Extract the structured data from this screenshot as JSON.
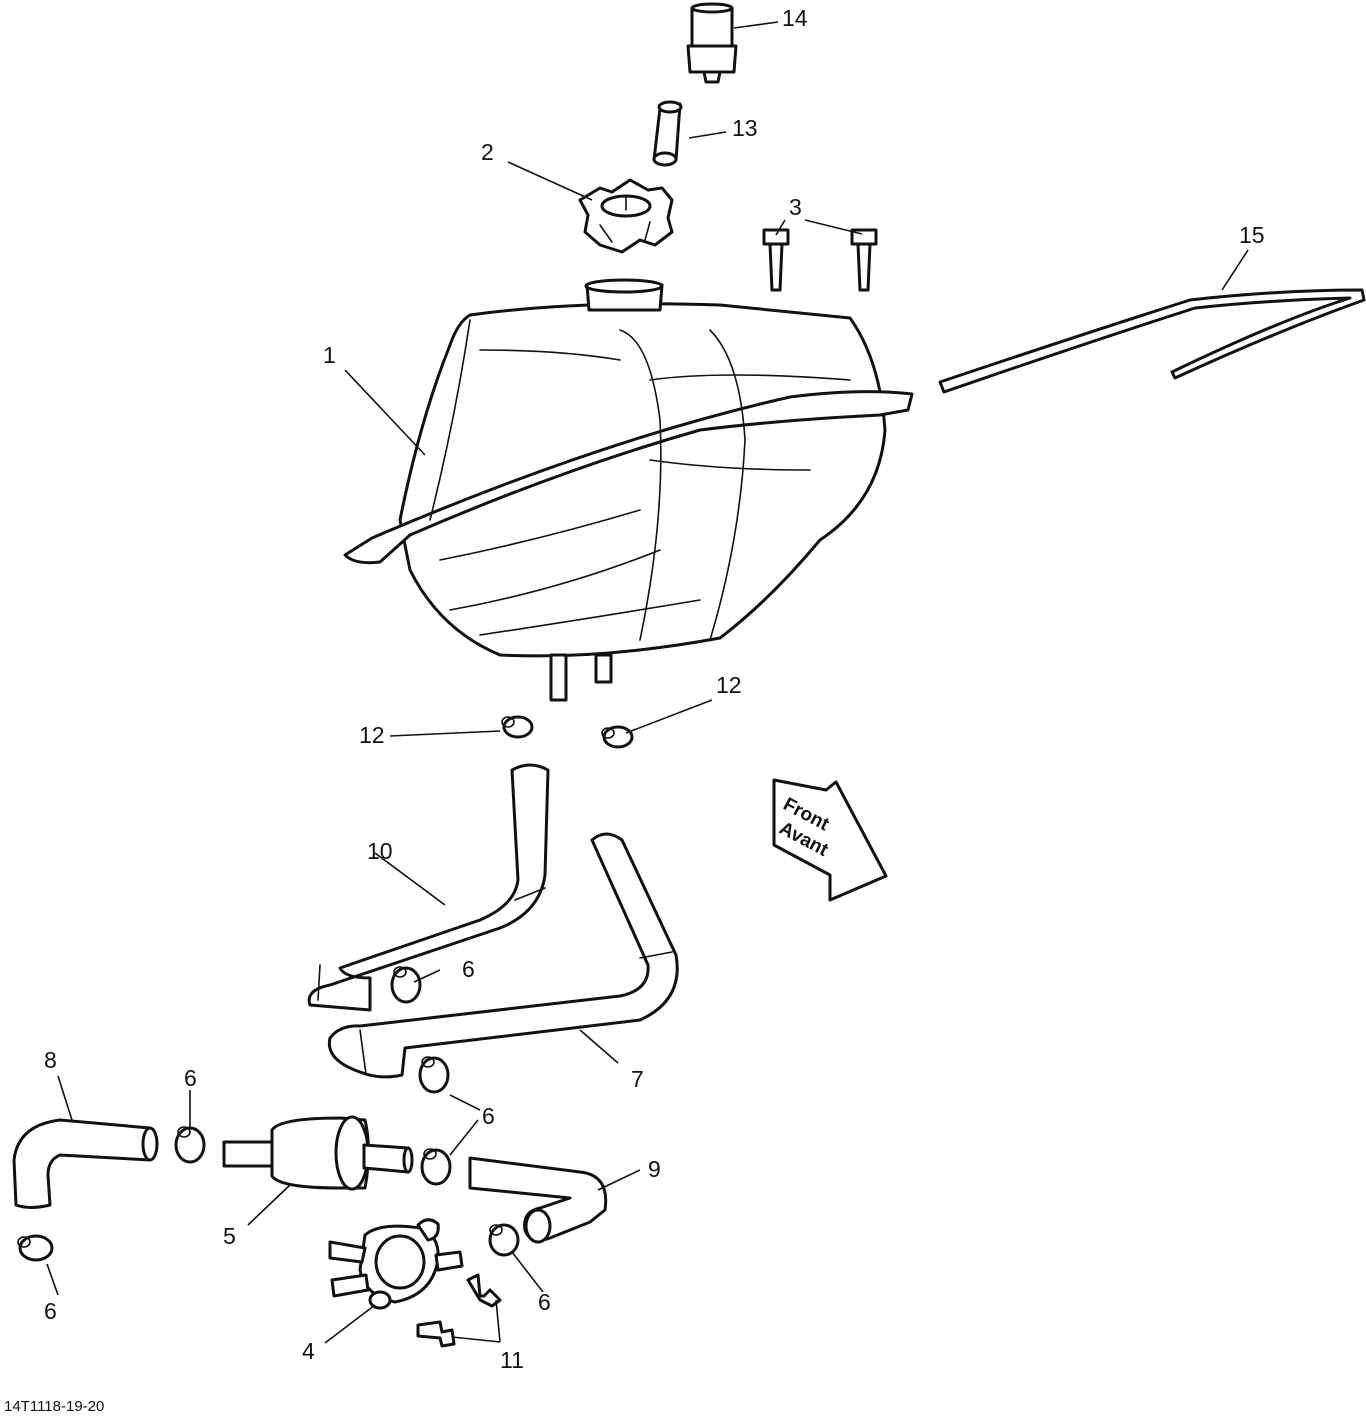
{
  "figure_id": "14T1118-19-20",
  "direction_arrow": {
    "line1": "Front",
    "line2": "Avant"
  },
  "callouts": {
    "c1": "1",
    "c2": "2",
    "c3": "3",
    "c4": "4",
    "c5": "5",
    "c6": "6",
    "c7": "7",
    "c8": "8",
    "c9": "9",
    "c10": "10",
    "c11": "11",
    "c12": "12",
    "c13": "13",
    "c14": "14",
    "c15": "15"
  }
}
